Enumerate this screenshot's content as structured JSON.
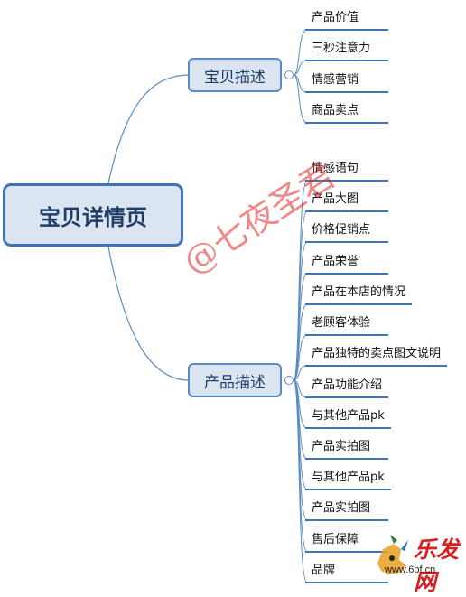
{
  "root": {
    "label": "宝贝详情页"
  },
  "branches": [
    {
      "label": "宝贝描述",
      "items": [
        "产品价值",
        "三秒注意力",
        "情感营销",
        "商品卖点"
      ]
    },
    {
      "label": "产品描述",
      "items": [
        "情感语句",
        "产品大图",
        "价格促销点",
        "产品荣誉",
        "产品在本店的情况",
        "老顾客体验",
        "产品独特的卖点图文说明",
        "产品功能介绍",
        "与其他产品pk",
        "产品实拍图",
        "与其他产品pk",
        "产品实拍图",
        "售后保障",
        "品牌"
      ]
    }
  ],
  "watermark": "@七夜圣君",
  "logo": {
    "text": "乐发网",
    "url": "www.6pf.cn"
  },
  "colors": {
    "line": "#5b8bc6",
    "underline": "#3f73b5",
    "watermark": "#e12828",
    "logo": "#d82020"
  }
}
